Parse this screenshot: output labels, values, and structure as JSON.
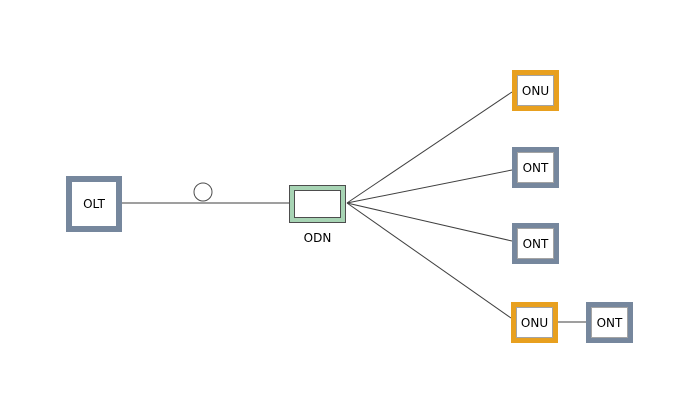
{
  "diagram": {
    "type": "pon-network-topology",
    "background": "#FFFFFF",
    "line_color": "#3F3F3F",
    "colors": {
      "slate_border": "#76879D",
      "orange_border": "#E8A01F",
      "odn_green_fill": "#A7D4B4",
      "odn_outline": "#4D4D4D",
      "box_fill": "#FFFFFF",
      "text": "#000000"
    },
    "nodes": {
      "olt": {
        "label": "OLT",
        "border_color": "#76879D"
      },
      "odn": {
        "label": "ODN",
        "fill_color": "#A7D4B4"
      },
      "onu_top": {
        "label": "ONU",
        "border_color": "#E8A01F"
      },
      "ont_upper": {
        "label": "ONT",
        "border_color": "#76879D"
      },
      "ont_lower": {
        "label": "ONT",
        "border_color": "#76879D"
      },
      "onu_bottom": {
        "label": "ONU",
        "border_color": "#E8A01F"
      },
      "ont_bottom": {
        "label": "ONT",
        "border_color": "#76879D"
      }
    },
    "connections": [
      {
        "from": "olt",
        "to": "odn",
        "symbol": "fiber-loop"
      },
      {
        "from": "odn",
        "to": "onu_top"
      },
      {
        "from": "odn",
        "to": "ont_upper"
      },
      {
        "from": "odn",
        "to": "ont_lower"
      },
      {
        "from": "odn",
        "to": "onu_bottom"
      },
      {
        "from": "onu_bottom",
        "to": "ont_bottom"
      }
    ]
  }
}
